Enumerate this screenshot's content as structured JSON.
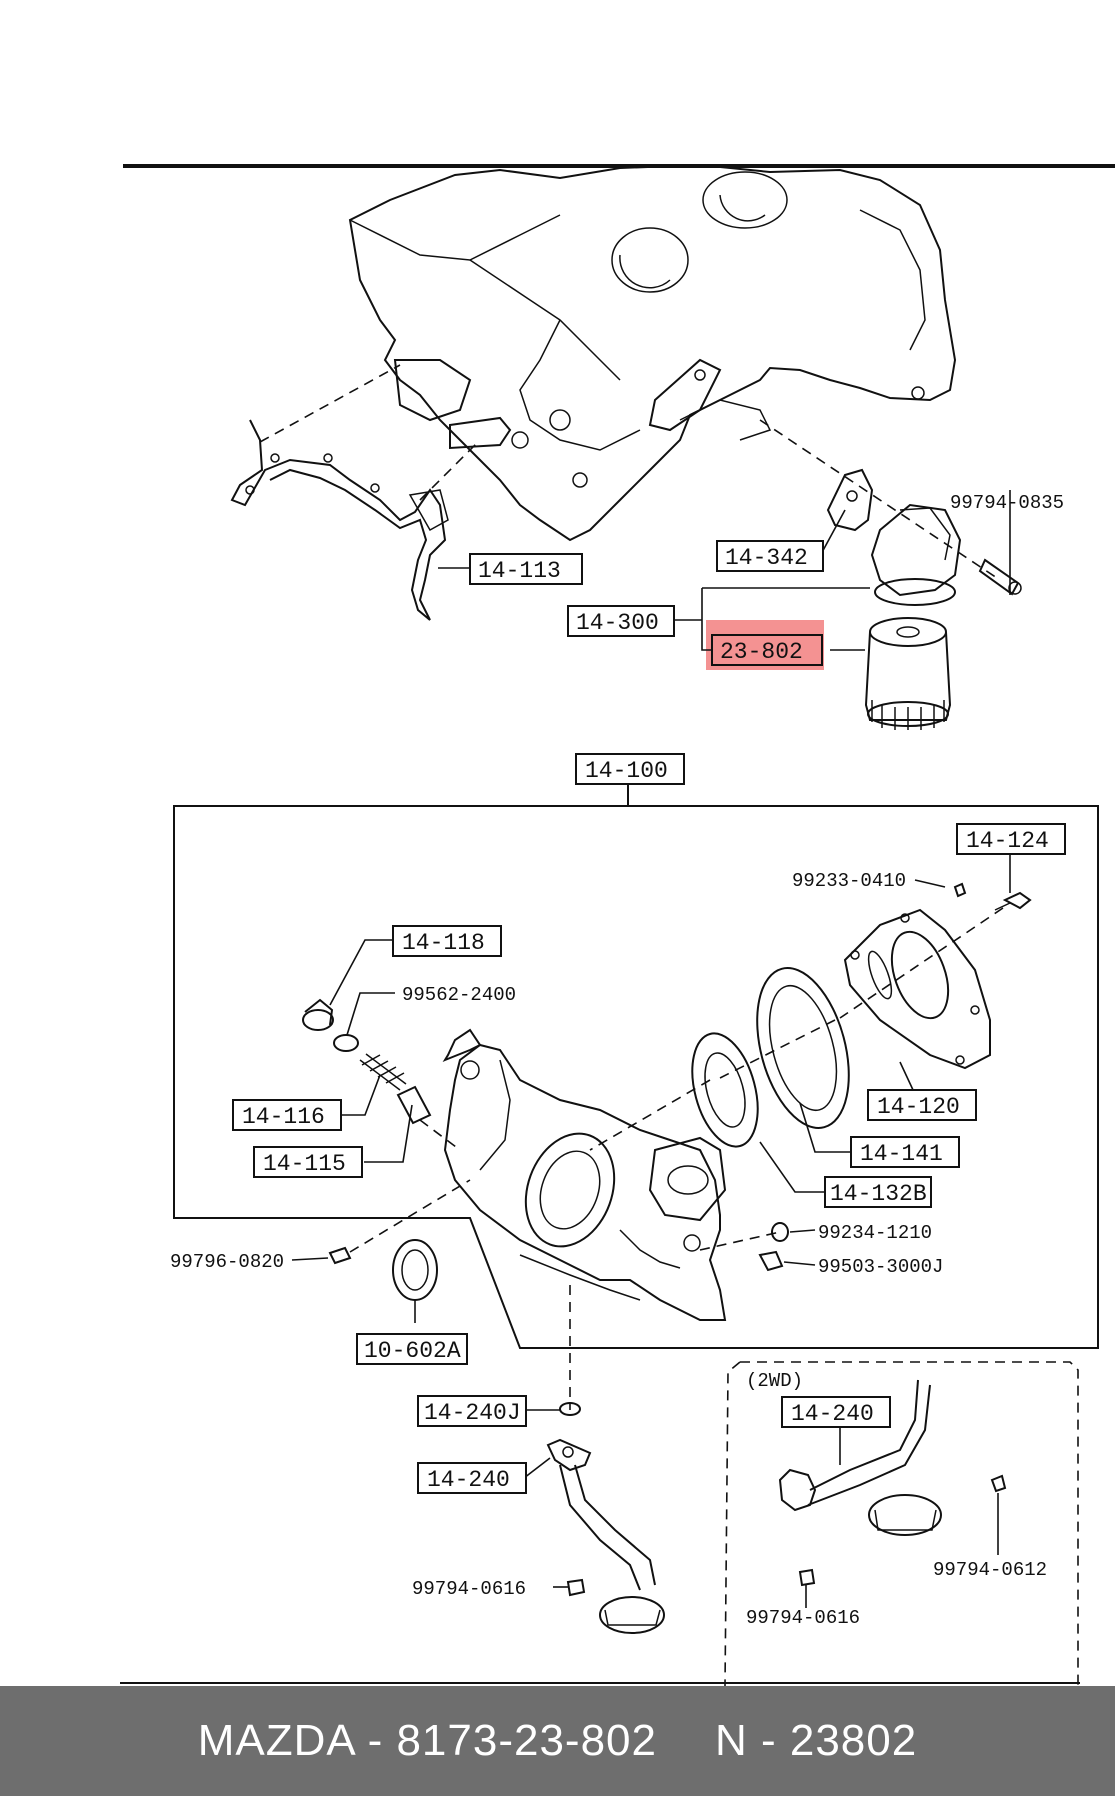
{
  "highlight_color": "#f27f7f",
  "footer": {
    "brand_part": "MAZDA - 8173-23-802",
    "oem_part": "N - 23802"
  },
  "callouts": {
    "c_14_113": "14-113",
    "c_14_342": "14-342",
    "c_99794_0835": "99794-0835",
    "c_14_300": "14-300",
    "c_23_802": "23-802",
    "c_14_100": "14-100",
    "c_14_124": "14-124",
    "c_99233_0410": "99233-0410",
    "c_14_118": "14-118",
    "c_99562_2400": "99562-2400",
    "c_14_116": "14-116",
    "c_14_115": "14-115",
    "c_14_120": "14-120",
    "c_14_141": "14-141",
    "c_14_132b": "14-132B",
    "c_99234_1210": "99234-1210",
    "c_99503_3000j": "99503-3000J",
    "c_99796_0820": "99796-0820",
    "c_10_602a": "10-602A",
    "c_14_240j": "14-240J",
    "c_14_240": "14-240",
    "c_99794_0616": "99794-0616",
    "variant_2wd": "(2WD)",
    "c_14_240_2wd": "14-240",
    "c_99794_0612": "99794-0612",
    "c_99794_0616_2wd": "99794-0616"
  }
}
